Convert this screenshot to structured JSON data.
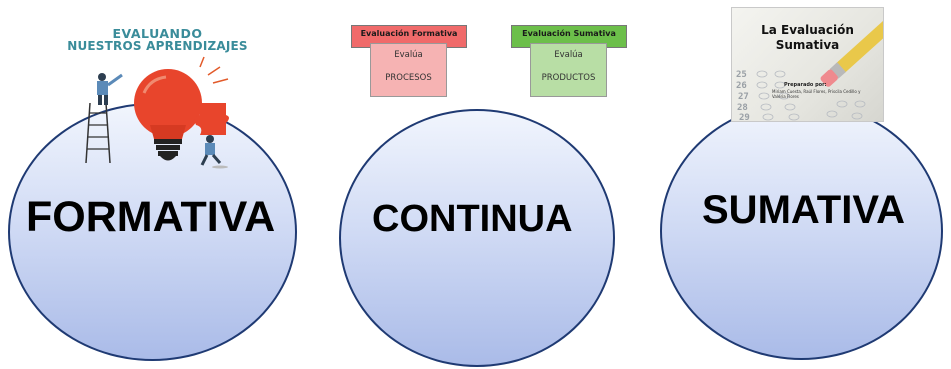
{
  "circles": [
    {
      "label": "FORMATIVA"
    },
    {
      "label": "CONTINUA"
    },
    {
      "label": "SUMATIVA"
    }
  ],
  "illustration": {
    "line1": "EVALUANDO",
    "line2": "NUESTROS APRENDIZAJES"
  },
  "boxes": {
    "formativa": {
      "title": "Evaluación Formativa",
      "line1": "Evalúa",
      "line2": "PROCESOS",
      "head_color": "#f06a6a",
      "body_color": "#f6b3b3"
    },
    "sumativa": {
      "title": "Evaluación Sumativa",
      "line1": "Evalúa",
      "line2": "PRODUCTOS",
      "head_color": "#6cbf4a",
      "body_color": "#b8dea5"
    }
  },
  "photo": {
    "title_line1": "La Evaluación",
    "title_line2": "Sumativa",
    "subtitle": "Preparado por:",
    "authors": "Miriam Cuesta, Raúl Flores, Priscila Cedillo y Valeria Flores",
    "sheet_numbers": [
      "25",
      "26",
      "27",
      "28",
      "29"
    ]
  }
}
